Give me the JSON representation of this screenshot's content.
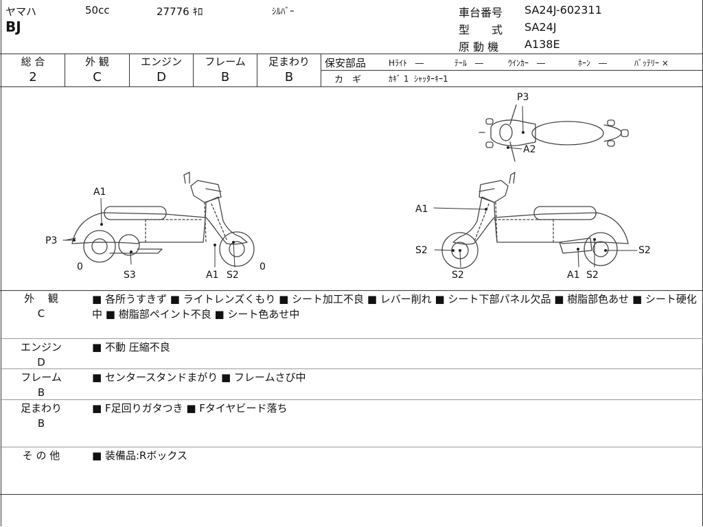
{
  "header": {
    "maker": "ヤマハ",
    "displacement": "50cc",
    "mileage": "27776 ｷﾛ",
    "color": "ｼﾙﾊﾞｰ",
    "model_name": "BJ",
    "frame_no_label": "車台番号",
    "frame_no": "SA24J-602311",
    "type_label": "型　　式",
    "type_value": "SA24J",
    "engine_label": "原 動 機",
    "engine_value": "A138E"
  },
  "grades": {
    "overall_label": "総 合",
    "overall": "2",
    "exterior_label": "外 観",
    "exterior": "C",
    "engine_label": "エンジン",
    "engine": "D",
    "frame_label": "フレーム",
    "frame": "B",
    "suspension_label": "足まわり",
    "suspension": "B"
  },
  "safety": {
    "label": "保安部品",
    "headlight": "Hﾗｲﾄ　―",
    "tail": "ﾃｰﾙ　―",
    "winker": "ｳｲﾝｶｰ　―",
    "horn": "ﾎｰﾝ　―",
    "battery": "ﾊﾞｯﾃﾘｰ ×",
    "key_label": "カ　ギ",
    "key_value": "ｶｷﾞ 1  ｼｬｯﾀｰｷｰ1"
  },
  "diagram": {
    "left": {
      "a1_top": "A1",
      "p3": "P3",
      "zero_left": "0",
      "s3": "S3",
      "a1_bottom": "A1",
      "s2_bottom": "S2",
      "zero_right": "0"
    },
    "top": {
      "p3": "P3",
      "a2": "A2"
    },
    "right": {
      "a1": "A1",
      "s2_left": "S2",
      "s2_bottom_left": "S2",
      "a1_bottom": "A1",
      "s2_bottom": "S2",
      "s2_right": "S2"
    }
  },
  "details": [
    {
      "label": "外　 観",
      "grade": "C",
      "text": "■ 各所うすきず ■ ライトレンズくもり ■ シート加工不良 ■ レバー削れ ■ シート下部パネル欠品 ■ 樹脂部色あせ ■ シート硬化中 ■ 樹脂部ペイント不良 ■ シート色あせ中"
    },
    {
      "label": "エンジン",
      "grade": "D",
      "text": "■ 不動 圧縮不良"
    },
    {
      "label": "フレーム",
      "grade": "B",
      "text": "■ センタースタンドまがり ■ フレームさび中"
    },
    {
      "label": "足まわり",
      "grade": "B",
      "text": "■ F足回りガタつき ■ Fタイヤビード落ち"
    },
    {
      "label": "そ の 他",
      "grade": "",
      "text": "■ 装備品:Rボックス"
    }
  ]
}
